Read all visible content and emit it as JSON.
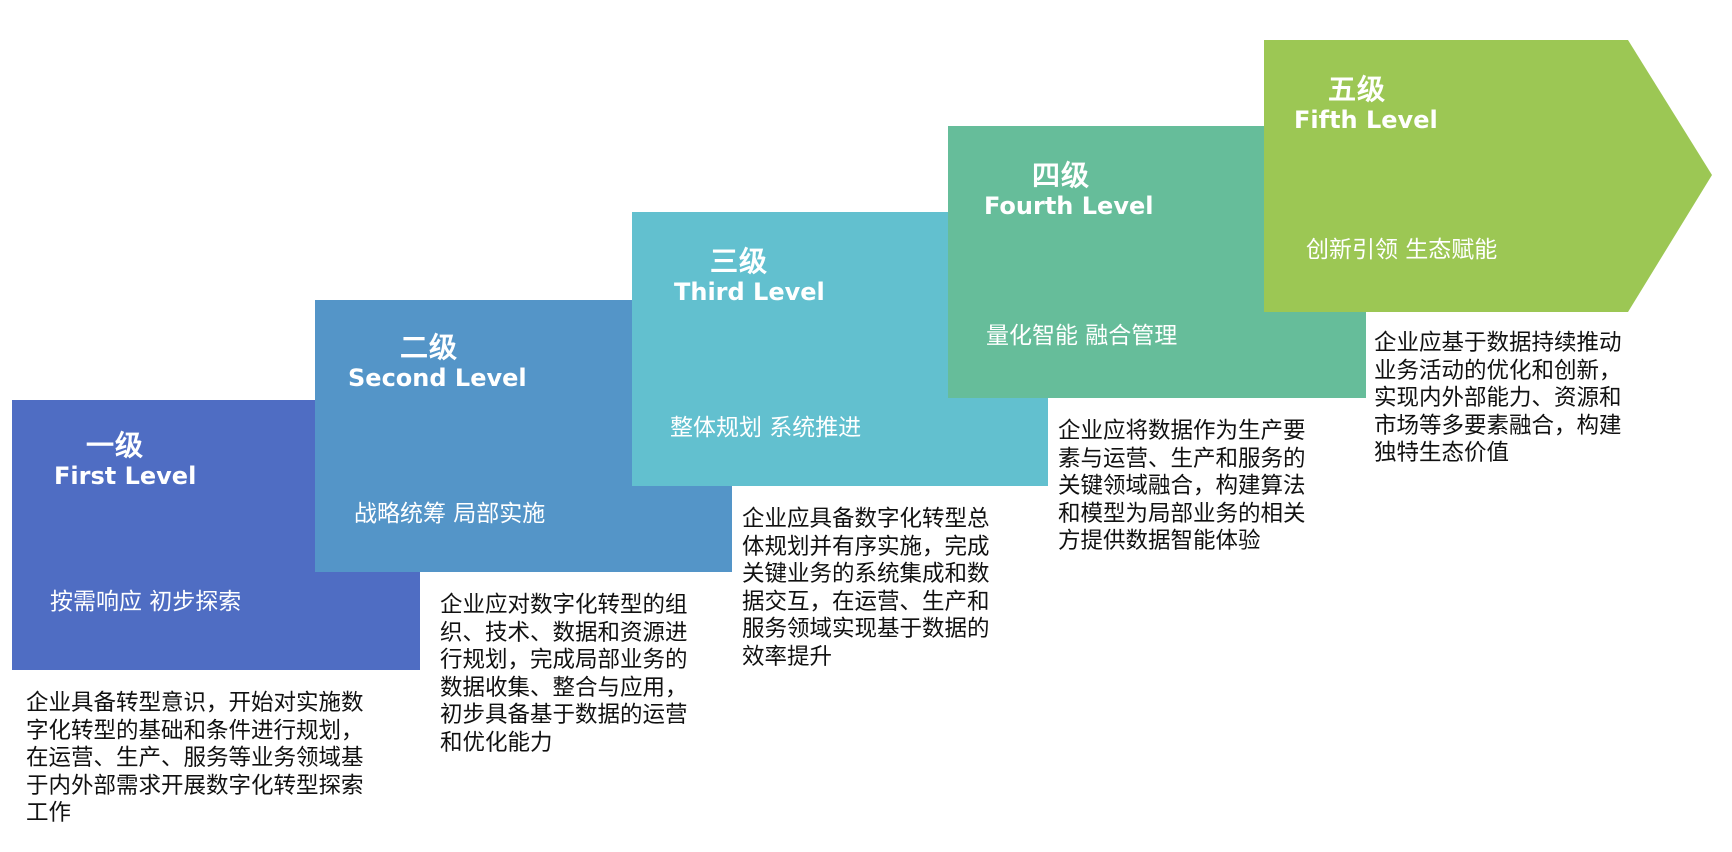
{
  "levels": [
    {
      "title_zh": "一级",
      "title_en": "First Level",
      "tag": "按需响应  初步探索",
      "description": "企业具备转型意识，开始对实施数\n字化转型的基础和条件进行规划，\n在运营、生产、服务等业务领域基\n于内外部需求开展数字化转型探索\n工作",
      "color": "#4F6DC3"
    },
    {
      "title_zh": "二级",
      "title_en": "Second Level",
      "tag": "战略统筹  局部实施",
      "description": "企业应对数字化转型的组\n织、技术、数据和资源进\n行规划，完成局部业务的\n数据收集、整合与应用，\n初步具备基于数据的运营\n和优化能力",
      "color": "#5495C8"
    },
    {
      "title_zh": "三级",
      "title_en": "Third Level",
      "tag": "整体规划  系统推进",
      "description": "企业应具备数字化转型总\n体规划并有序实施，完成\n关键业务的系统集成和数\n据交互，在运营、生产和\n服务领域实现基于数据的\n效率提升",
      "color": "#62C0CF"
    },
    {
      "title_zh": "四级",
      "title_en": "Fourth Level",
      "tag": "量化智能  融合管理",
      "description": "企业应将数据作为生产要\n素与运营、生产和服务的\n关键领域融合，构建算法\n和模型为局部业务的相关\n方提供数据智能体验",
      "color": "#66BD9A"
    },
    {
      "title_zh": "五级",
      "title_en": "Fifth Level",
      "tag": "创新引领  生态赋能",
      "description": "企业应基于数据持续推动\n业务活动的优化和创新，\n实现内外部能力、资源和\n市场等多要素融合，构建\n独特生态价值",
      "color": "#9CC754"
    }
  ],
  "shadow_colors": [
    "#111111",
    "#3a3a3a",
    "#808080"
  ]
}
